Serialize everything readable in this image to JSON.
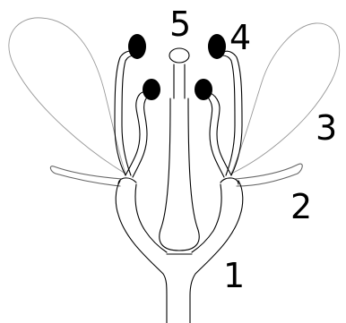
{
  "labels": {
    "one": "1",
    "two": "2",
    "three": "3",
    "four": "4",
    "five": "5"
  },
  "colors": {
    "outline": "#000000",
    "anther": "#000000",
    "background": "#ffffff"
  }
}
